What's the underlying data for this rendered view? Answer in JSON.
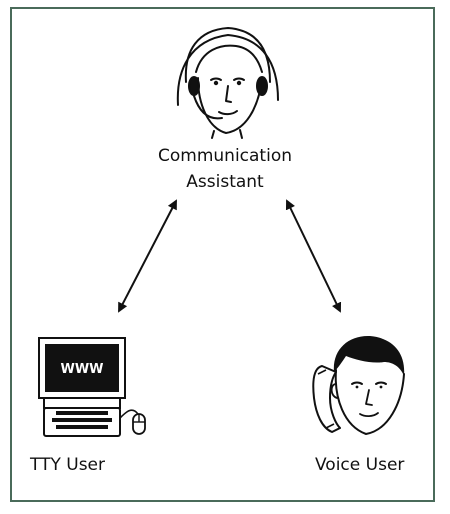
{
  "nodes": {
    "communication_assistant": {
      "line1": "Communication",
      "line2": "Assistant",
      "icon": "headset-person-icon"
    },
    "tty_user": {
      "label": "TTY User",
      "icon": "computer-icon",
      "screen_text": "WWW"
    },
    "voice_user": {
      "label": "Voice User",
      "icon": "phone-person-icon"
    }
  },
  "edges": [
    {
      "from": "communication_assistant",
      "to": "tty_user",
      "style": "double-arrow"
    },
    {
      "from": "communication_assistant",
      "to": "voice_user",
      "style": "double-arrow"
    }
  ],
  "colors": {
    "frame": "#4a6b5a",
    "ink": "#111111",
    "screen": "#111111"
  }
}
